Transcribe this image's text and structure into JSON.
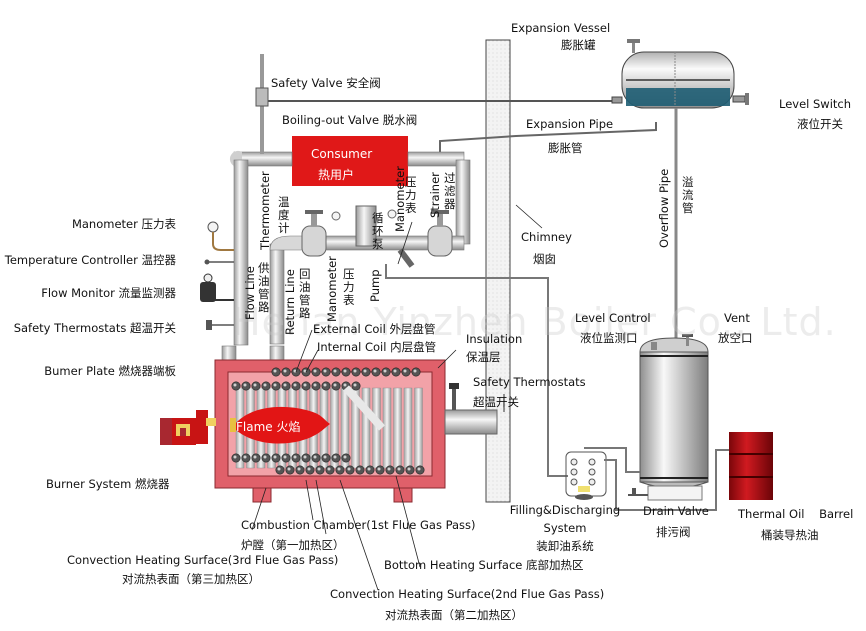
{
  "title": "Thermal Oil Boiler System Diagram",
  "watermark": "Henan Yinzhen Boiler Co., Ltd.",
  "colors": {
    "boiler_shell": "#e0606a",
    "boiler_inner": "#f29aa0",
    "consumer": "#e01818",
    "flame": "#e21515",
    "burner": "#c81414",
    "barrel": "#b80e14",
    "oil_level": "#1e5d73",
    "pipe": "#dcdcdc",
    "chimney": "#f0f0f0"
  },
  "labels": {
    "expansion_vessel": {
      "en": "Expansion Vessel",
      "cn": "膨胀罐"
    },
    "level_switch": {
      "en": "Level Switch",
      "cn": "液位开关"
    },
    "expansion_pipe": {
      "en": "Expansion Pipe",
      "cn": "膨胀管"
    },
    "safety_valve": {
      "en": "Safety Valve",
      "cn": "安全阀"
    },
    "boiling_out_valve": {
      "en": "Boiling-out Valve",
      "cn": "脱水阀"
    },
    "consumer": {
      "en": "Consumer",
      "cn": "热用户"
    },
    "thermometer": {
      "en": "Thermometer",
      "cn": "温度计"
    },
    "manometer_top": {
      "en": "Manometer",
      "cn": "压力表"
    },
    "strainer": {
      "en": "Strainer",
      "cn": "过滤器"
    },
    "circulating_pump_cn": "循环泵",
    "pump": {
      "en": "Pump"
    },
    "manometer_mid": {
      "en": "Manometer",
      "cn": "压力表"
    },
    "flow_line": {
      "en": "Flow Line",
      "cn": "供油管路"
    },
    "return_line": {
      "en": "Return Line",
      "cn": "回油管路"
    },
    "chimney": {
      "en": "Chimney",
      "cn": "烟囱"
    },
    "overflow_pipe": {
      "en": "Overflow Pipe",
      "cn": "溢流管"
    },
    "manometer_left": {
      "en": "Manometer",
      "cn": "压力表"
    },
    "temperature_controller": {
      "en": "Temperature Controller",
      "cn": "温控器"
    },
    "flow_monitor": {
      "en": "Flow Monitor",
      "cn": "流量监测器"
    },
    "safety_thermostats_left": {
      "en": "Safety Thermostats",
      "cn": "超温开关"
    },
    "burner_plate": {
      "en": "Bumer Plate",
      "cn": "燃烧器端板"
    },
    "external_coil": {
      "en": "External Coil",
      "cn": "外层盘管"
    },
    "internal_coil": {
      "en": "Internal Coil",
      "cn": "内层盘管"
    },
    "insulation": {
      "en": "Insulation",
      "cn": "保温层"
    },
    "safety_thermostats_right": {
      "en": "Safety Thermostats",
      "cn": "超温开关"
    },
    "level_control": {
      "en": "Level Control",
      "cn": "液位监测口"
    },
    "vent": {
      "en": "Vent",
      "cn": "放空口"
    },
    "flame": {
      "en": "Flame",
      "cn": "火焰"
    },
    "burner_system": {
      "en": "Burner System",
      "cn": "燃烧器"
    },
    "filling_discharging": {
      "en1": "Filling&Discharging",
      "en2": "System",
      "cn": "装卸油系统"
    },
    "drain_valve": {
      "en": "Drain Valve",
      "cn": "排污阀"
    },
    "thermal_oil_barrel": {
      "en": "Thermal Oil    Barrel",
      "cn": "桶装导热油"
    },
    "combustion_chamber": {
      "en": "Combustion Chamber(1st Flue Gas Pass)",
      "cn": "炉膛（第一加热区）"
    },
    "convection_3rd": {
      "en": "Convection Heating Surface(3rd Flue Gas Pass)",
      "cn": "对流热表面（第三加热区）"
    },
    "bottom_heating": {
      "en": "Bottom Heating Surface",
      "cn": "底部加热区"
    },
    "convection_2nd": {
      "en": "Convection Heating Surface(2nd Flue Gas Pass)",
      "cn": "对流热表面（第二加热区）"
    }
  }
}
